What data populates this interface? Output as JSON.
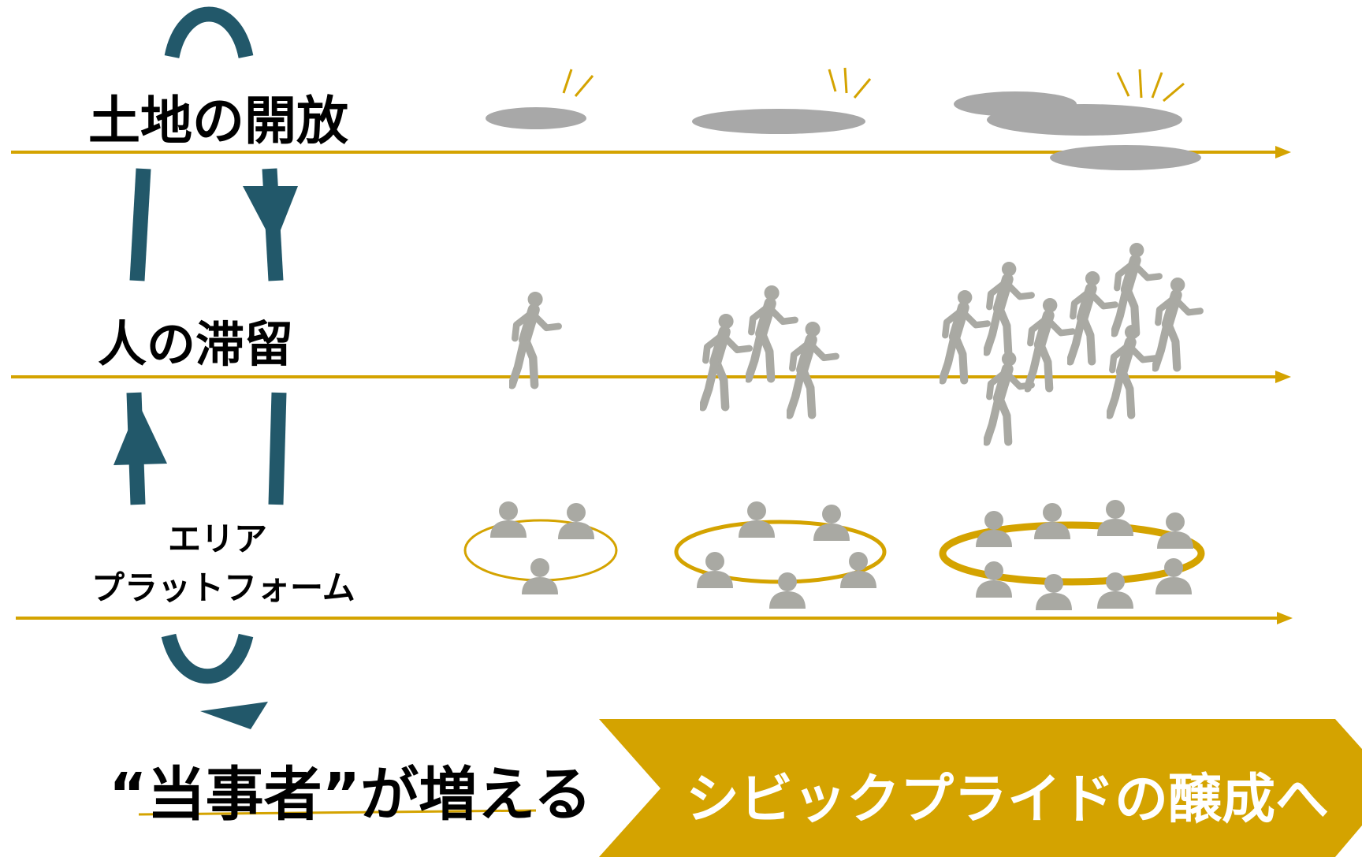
{
  "rows": {
    "land_open": "土地の開放",
    "people_stay": "人の滞留",
    "area_platform_line1": "エリア",
    "area_platform_line2": "プラットフォーム"
  },
  "result_label": "“当事者”が増える",
  "banner_label": "シビックプライドの醸成へ",
  "colors": {
    "timeline": "#D4A300",
    "cycle_arrow": "#22586A",
    "figure_gray": "#A9A9A3",
    "land_gray": "#A8A8A8",
    "banner": "#D4A300"
  },
  "icons": [
    "walking-person-icon",
    "person-bust-icon",
    "land-patch-icon",
    "sparkle-icon",
    "circle-ring-icon"
  ]
}
